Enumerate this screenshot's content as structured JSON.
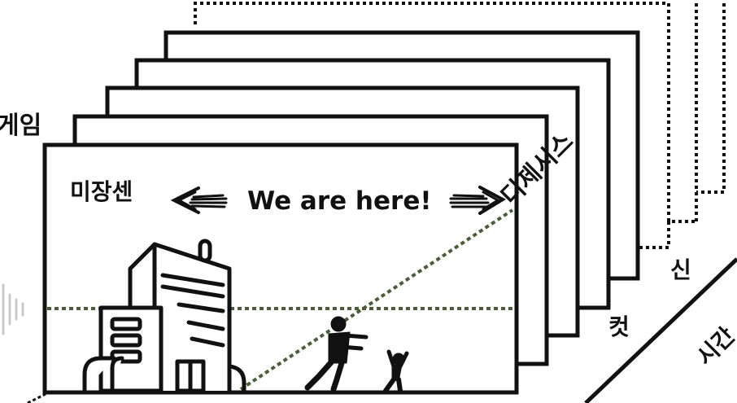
{
  "labels": {
    "left_cut": "게임",
    "mise_en_scene": "미장센",
    "here": "We are here!",
    "diegesis": "디제시스",
    "cut": "컷",
    "scene": "신",
    "time": "시간"
  },
  "colors": {
    "stroke": "#111111",
    "dotted_green": "#4a5e35",
    "faint_gray": "#c9c9c9",
    "background": "#ffffff"
  },
  "icons": [
    "left-arrow-icon",
    "right-arrow-icon",
    "building-icon",
    "zombie-icon",
    "person-icon",
    "audio-wave-icon"
  ]
}
